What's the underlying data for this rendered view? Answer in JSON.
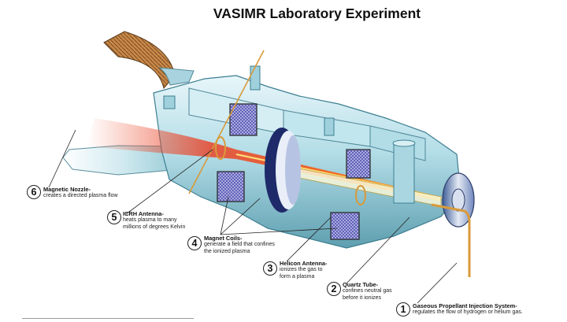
{
  "title": "VASIMR Laboratory Experiment",
  "colors": {
    "chamber": "#b7dfe8",
    "chamber_dark": "#3d7f91",
    "plasma": "#e2461f",
    "coil": "#4a4aa8",
    "feed_line": "#d99a3a"
  },
  "labels": [
    {
      "num": "6",
      "title": "Magnetic Nozzle-",
      "desc": [
        "creates a directed plasma flow"
      ]
    },
    {
      "num": "5",
      "title": "ICRH Antenna-",
      "desc": [
        "heats plasma to many",
        "millions of degrees Kelvin"
      ]
    },
    {
      "num": "4",
      "title": "Magnet Coils-",
      "desc": [
        "generate a field that confines",
        "the ionized plasma"
      ]
    },
    {
      "num": "3",
      "title": "Helicon Antenna-",
      "desc": [
        "ionizes the gas to",
        "form a plasma"
      ]
    },
    {
      "num": "2",
      "title": "Quartz Tube-",
      "desc": [
        "confines neutral gas",
        "before it ionizes"
      ]
    },
    {
      "num": "1",
      "title": "Gaseous Propellant Injection System-",
      "desc": [
        "regulates the flow of hydrogen or helium gas."
      ]
    }
  ]
}
